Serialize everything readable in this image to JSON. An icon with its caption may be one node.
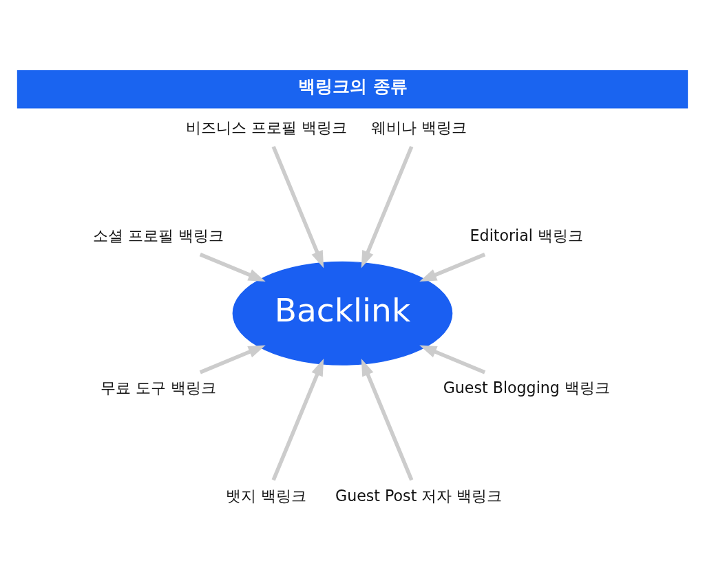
{
  "diagram": {
    "title": "백링크의 종류",
    "nodes": [
      {
        "text": [
          "Backlink"
        ]
      },
      {
        "text": [
          "Editorial 백링크"
        ]
      },
      {
        "text": [
          "웨비나 백링크"
        ]
      },
      {
        "text": [
          "비즈니스 프로필 백링크"
        ]
      },
      {
        "text": [
          "소셜 프로필 백링크"
        ]
      },
      {
        "text": [
          "무료 도구 백링크"
        ]
      },
      {
        "text": [
          "뱃지 백링크"
        ]
      },
      {
        "text": [
          "Guest Post 저자 백링크"
        ]
      },
      {
        "text": [
          "Guest Blogging 백링크"
        ]
      }
    ],
    "edges": [
      {
        "from": 1,
        "to": 0,
        "arrow": "to"
      },
      {
        "from": 2,
        "to": 0,
        "arrow": "to"
      },
      {
        "from": 3,
        "to": 0,
        "arrow": "to"
      },
      {
        "from": 4,
        "to": 0,
        "arrow": "to"
      },
      {
        "from": 5,
        "to": 0,
        "arrow": "to"
      },
      {
        "from": 6,
        "to": 0,
        "arrow": "to"
      },
      {
        "from": 7,
        "to": 0,
        "arrow": "to"
      },
      {
        "from": 8,
        "to": 0,
        "arrow": "to"
      }
    ]
  }
}
